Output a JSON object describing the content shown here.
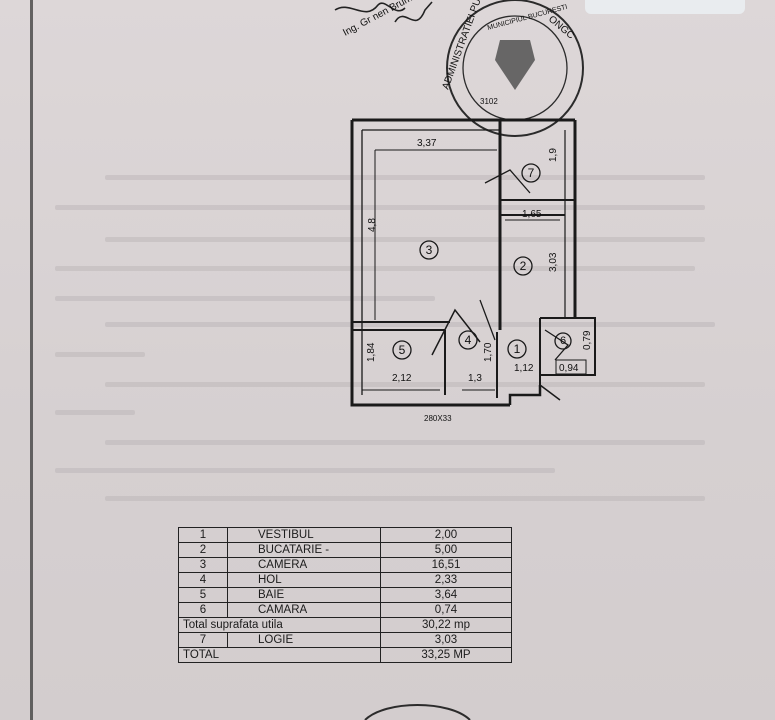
{
  "stamp": {
    "outer_ring": "ADMINISTRATIEI PUBLICE",
    "side_text": "ONGC",
    "inner_text": "MUNICIPIUL BUCURESTI",
    "number": "3102",
    "signature_caption": "Ing. Gr nen Bruma"
  },
  "floor_plan": {
    "dimensions": {
      "top_width": "3,37",
      "left_height": "4,8",
      "right_top_height": "1,9",
      "kitchen_width": "1,65",
      "kitchen_height": "3,03",
      "bath_height": "1,84",
      "bath_width": "2,12",
      "hall_width": "1,3",
      "hall_height": "1,70",
      "vest_width": "1,12",
      "closet_height": "0,79",
      "closet_width": "0,94",
      "door_label": "280X33"
    },
    "room_numbers": [
      "1",
      "2",
      "3",
      "4",
      "5",
      "6",
      "7"
    ]
  },
  "legend": {
    "rows": [
      {
        "nr": "1",
        "name": "VESTIBUL",
        "area": "2,00"
      },
      {
        "nr": "2",
        "name": "BUCATARIE -",
        "area": "5,00"
      },
      {
        "nr": "3",
        "name": "CAMERA",
        "area": "16,51"
      },
      {
        "nr": "4",
        "name": "HOL",
        "area": "2,33"
      },
      {
        "nr": "5",
        "name": "BAIE",
        "area": "3,64"
      },
      {
        "nr": "6",
        "name": "CAMARA",
        "area": "0,74"
      }
    ],
    "total_util_label": "Total suprafata utila",
    "total_util_value": "30,22 mp",
    "loggia": {
      "nr": "7",
      "name": "LOGIE",
      "area": "3,03"
    },
    "total_label": "TOTAL",
    "total_value": "33,25 MP"
  }
}
